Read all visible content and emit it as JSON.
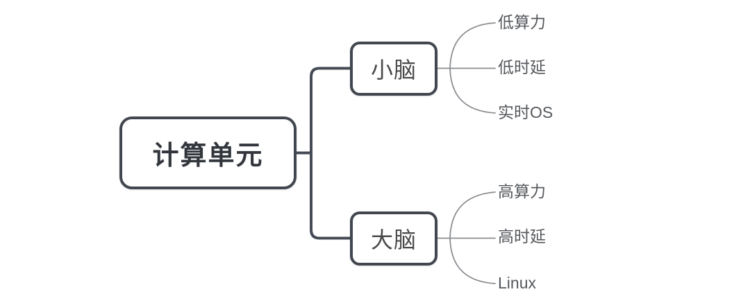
{
  "mindmap": {
    "root": {
      "label": "计算单元"
    },
    "branches": [
      {
        "label": "小脑",
        "leaves": [
          {
            "label": "低算力"
          },
          {
            "label": "低时延"
          },
          {
            "label": "实时OS"
          }
        ]
      },
      {
        "label": "大脑",
        "leaves": [
          {
            "label": "高算力"
          },
          {
            "label": "高时延"
          },
          {
            "label": "Linux"
          }
        ]
      }
    ],
    "colors": {
      "background": "#ffffff",
      "node_border": "#41464f",
      "thick_connector": "#454b55",
      "thin_connector": "#8b8e92",
      "root_text": "#33373d",
      "branch_text": "#4a4a4a",
      "leaf_text": "#55585c"
    }
  }
}
